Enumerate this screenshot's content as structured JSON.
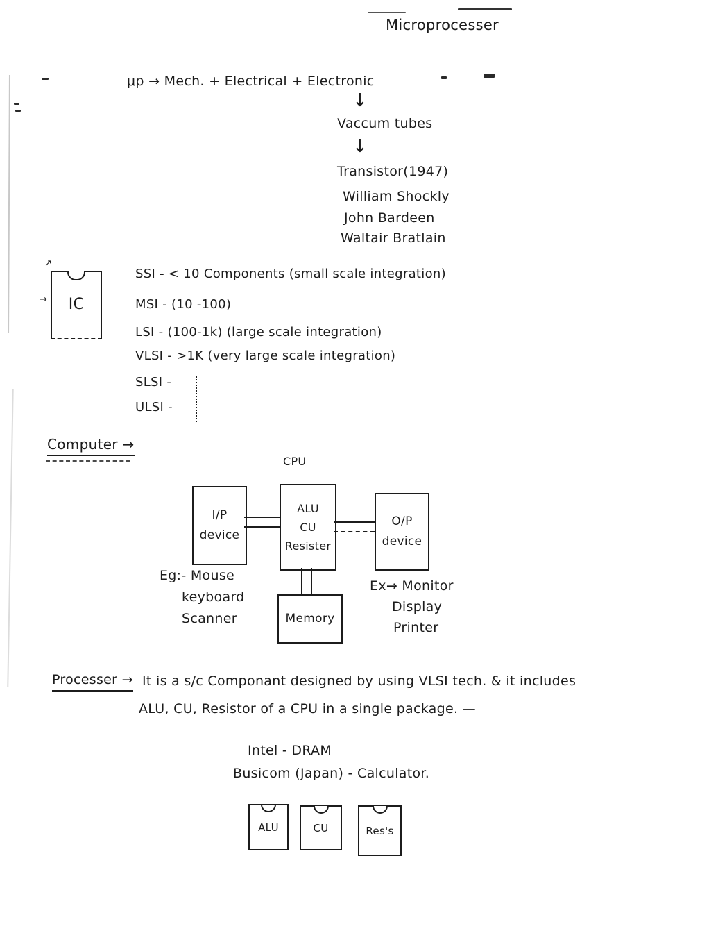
{
  "title": "Microprocesser",
  "evolution": {
    "formula": "μp → Mech. + Electrical + Electronic",
    "arrow": "↓",
    "stage_vacuum": "Vaccum tubes",
    "stage_transistor": "Transistor(1947)",
    "inventors": [
      "William Shockly",
      "John Bardeen",
      "Waltair Bratlain"
    ]
  },
  "ic": {
    "label": "IC",
    "corner_mark": "↗",
    "pointer_mark": "→"
  },
  "integration_levels": [
    "SSI - < 10 Components  (small scale integration)",
    "MSI - (10 -100)",
    "LSI -  (100-1k)   (large scale integration)",
    "VLSI - >1K    (very large scale integration)",
    "SLSI -",
    "ULSI -"
  ],
  "computer": {
    "heading": "Computer →",
    "cpu_label": "CPU",
    "input_box": "I/P\ndevice",
    "cpu_box": "ALU\nCU\nResister",
    "output_box": "O/P\ndevice",
    "memory_box": "Memory",
    "input_examples": [
      "Eg:- Mouse",
      "keyboard",
      "Scanner"
    ],
    "output_examples": [
      "Ex→ Monitor",
      "Display",
      "Printer"
    ]
  },
  "processor": {
    "heading": "Processer →",
    "line1": "It is a s/c Componant designed by using VLSI tech. &  it includes",
    "line2": "ALU, CU, Resistor of a CPU in a single package. —"
  },
  "history": [
    "Intel - DRAM",
    "Busicom (Japan) - Calculator."
  ],
  "chips": [
    "ALU",
    "CU",
    "Res's"
  ]
}
